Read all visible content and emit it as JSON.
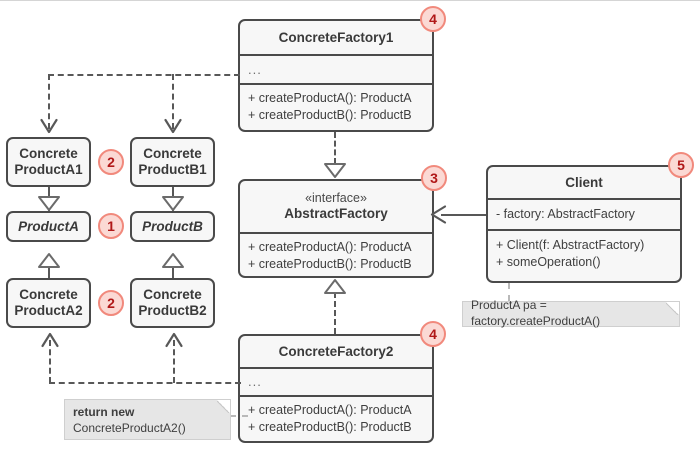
{
  "diagram": {
    "title": "Abstract Factory pattern UML class diagram",
    "background_color": "#ffffff",
    "box_fill": "#f7f7f7",
    "box_border": "#4a4a4a",
    "connector_color": "#585858",
    "badge_fill": "#fbd9d4",
    "badge_border": "#f1897c",
    "badge_text_color": "#b01818",
    "note_fill": "#e6e6e6"
  },
  "classes": {
    "concrete_factory_1": {
      "name": "ConcreteFactory1",
      "attributes": "...",
      "operations": [
        "+ createProductA(): ProductA",
        "+ createProductB(): ProductB"
      ],
      "badge": "4"
    },
    "concrete_factory_2": {
      "name": "ConcreteFactory2",
      "attributes": "...",
      "operations": [
        "+ createProductA(): ProductA",
        "+ createProductB(): ProductB"
      ],
      "badge": "4"
    },
    "abstract_factory": {
      "stereotype": "«interface»",
      "name": "AbstractFactory",
      "operations": [
        "+ createProductA(): ProductA",
        "+ createProductB(): ProductB"
      ],
      "badge": "3"
    },
    "client": {
      "name": "Client",
      "attributes": [
        "- factory: AbstractFactory"
      ],
      "operations": [
        "+ Client(f: AbstractFactory)",
        "+ someOperation()"
      ],
      "badge": "5"
    },
    "concrete_product_a1": {
      "line1": "Concrete",
      "line2": "ProductA1"
    },
    "concrete_product_b1": {
      "line1": "Concrete",
      "line2": "ProductB1"
    },
    "concrete_product_a2": {
      "line1": "Concrete",
      "line2": "ProductA2"
    },
    "concrete_product_b2": {
      "line1": "Concrete",
      "line2": "ProductB2"
    },
    "product_a": {
      "name": "ProductA",
      "badge": "1"
    },
    "product_b": {
      "name": "ProductB"
    }
  },
  "badges": {
    "products_top": "2",
    "products_bottom": "2",
    "interfaces": "1",
    "abstract_factory": "3",
    "concrete_factory_1": "4",
    "concrete_factory_2": "4",
    "client": "5"
  },
  "notes": {
    "client_note": {
      "text": "ProductA pa = factory.createProductA()"
    },
    "factory2_note": {
      "line1": "return new",
      "line2": "ConcreteProductA2()"
    }
  }
}
